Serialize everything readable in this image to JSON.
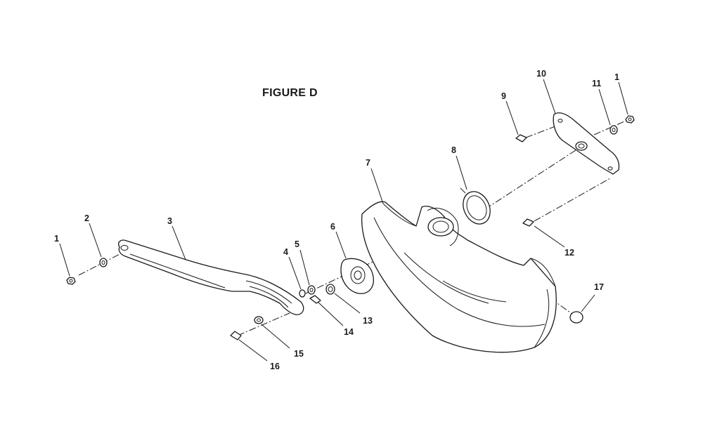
{
  "figure": {
    "title": "FIGURE D"
  },
  "callouts": [
    {
      "id": "c1a",
      "text": "1"
    },
    {
      "id": "c1b",
      "text": "1"
    },
    {
      "id": "c2",
      "text": "2"
    },
    {
      "id": "c3",
      "text": "3"
    },
    {
      "id": "c4",
      "text": "4"
    },
    {
      "id": "c5",
      "text": "5"
    },
    {
      "id": "c6",
      "text": "6"
    },
    {
      "id": "c7",
      "text": "7"
    },
    {
      "id": "c8",
      "text": "8"
    },
    {
      "id": "c9",
      "text": "9"
    },
    {
      "id": "c10",
      "text": "10"
    },
    {
      "id": "c11",
      "text": "11"
    },
    {
      "id": "c12",
      "text": "12"
    },
    {
      "id": "c13",
      "text": "13"
    },
    {
      "id": "c14",
      "text": "14"
    },
    {
      "id": "c15",
      "text": "15"
    },
    {
      "id": "c16",
      "text": "16"
    },
    {
      "id": "c17",
      "text": "17"
    }
  ]
}
